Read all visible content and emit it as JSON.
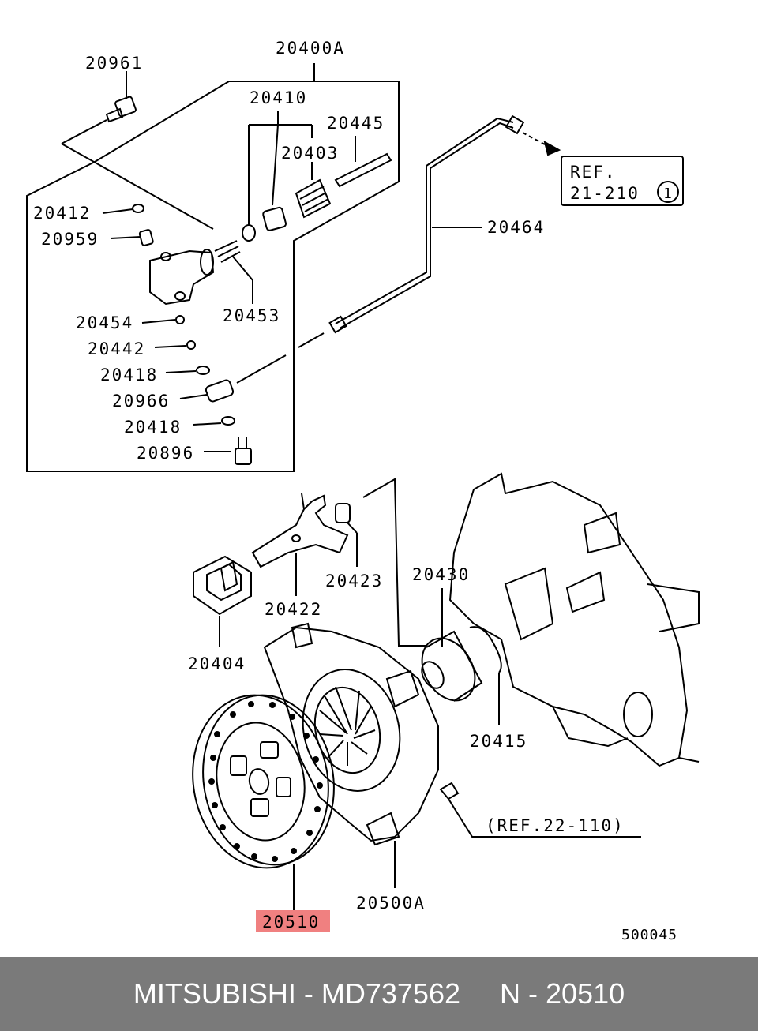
{
  "labels": {
    "p20961": "20961",
    "p20400A": "20400A",
    "p20410": "20410",
    "p20445": "20445",
    "p20403": "20403",
    "p20412": "20412",
    "p20959": "20959",
    "p20453": "20453",
    "p20454": "20454",
    "p20442": "20442",
    "p20418a": "20418",
    "p20966": "20966",
    "p20418b": "20418",
    "p20896": "20896",
    "p20464": "20464",
    "p20423": "20423",
    "p20422": "20422",
    "p20430": "20430",
    "p20404": "20404",
    "p20415": "20415",
    "p20500A": "20500A",
    "p20510": "20510",
    "ref_line1": "REF.",
    "ref_line2": "21-210",
    "ref_circle": "1",
    "ref2": "(REF.22-110)",
    "diagram_code": "500045"
  },
  "highlight_color": "#f08080",
  "footer": {
    "brand": "MITSUBISHI",
    "part_number": "MD737562",
    "position": "N - 20510",
    "text": "MITSUBISHI - MD737562     N - 20510"
  }
}
